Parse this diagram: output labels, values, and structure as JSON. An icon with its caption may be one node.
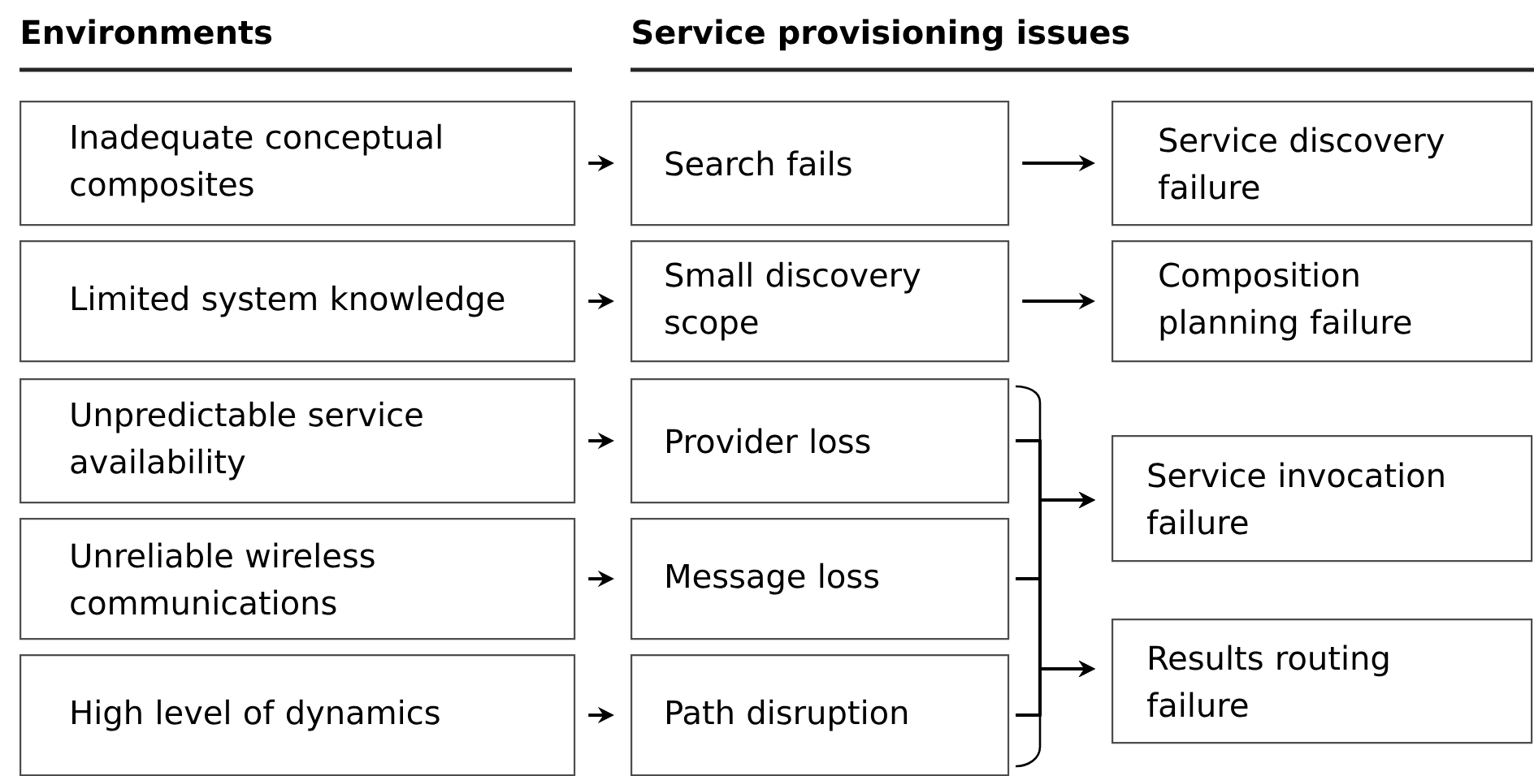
{
  "diagram": {
    "nodes": [
      {
        "text": [
          "Inadequate conceptual composites"
        ]
      },
      {
        "text": [
          "Limited system knowledge"
        ]
      },
      {
        "text": [
          "Unpredictable service availability"
        ]
      },
      {
        "text": [
          "Unreliable wireless communications"
        ]
      },
      {
        "text": [
          "High level of dynamics"
        ]
      },
      {
        "text": [
          "Search fails"
        ]
      },
      {
        "text": [
          "Small discovery scope"
        ]
      },
      {
        "text": [
          "Provider loss"
        ]
      },
      {
        "text": [
          "Message loss"
        ]
      },
      {
        "text": [
          "Path disruption"
        ]
      },
      {
        "text": [
          "Service discovery failure"
        ]
      },
      {
        "text": [
          "Composition planning failure"
        ]
      },
      {
        "text": [
          "Service invocation failure"
        ]
      },
      {
        "text": [
          "Results routing failure"
        ]
      }
    ],
    "edges": [
      {
        "from": 0,
        "to": 5,
        "arrow": "to"
      },
      {
        "from": 1,
        "to": 6,
        "arrow": "to"
      },
      {
        "from": 2,
        "to": 7,
        "arrow": "to"
      },
      {
        "from": 3,
        "to": 8,
        "arrow": "to"
      },
      {
        "from": 4,
        "to": 9,
        "arrow": "to"
      },
      {
        "from": 5,
        "to": 10,
        "arrow": "to"
      },
      {
        "from": 6,
        "to": 11,
        "arrow": "to"
      },
      {
        "from": 7,
        "to": 12,
        "arrow": "to"
      },
      {
        "from": 8,
        "to": 12,
        "arrow": "to"
      },
      {
        "from": 9,
        "to": 12,
        "arrow": "to"
      },
      {
        "from": 7,
        "to": 13,
        "arrow": "to"
      },
      {
        "from": 8,
        "to": 13,
        "arrow": "to"
      },
      {
        "from": 9,
        "to": 13,
        "arrow": "to"
      }
    ],
    "labels": [
      "Environments",
      "Service provisioning issues"
    ]
  }
}
